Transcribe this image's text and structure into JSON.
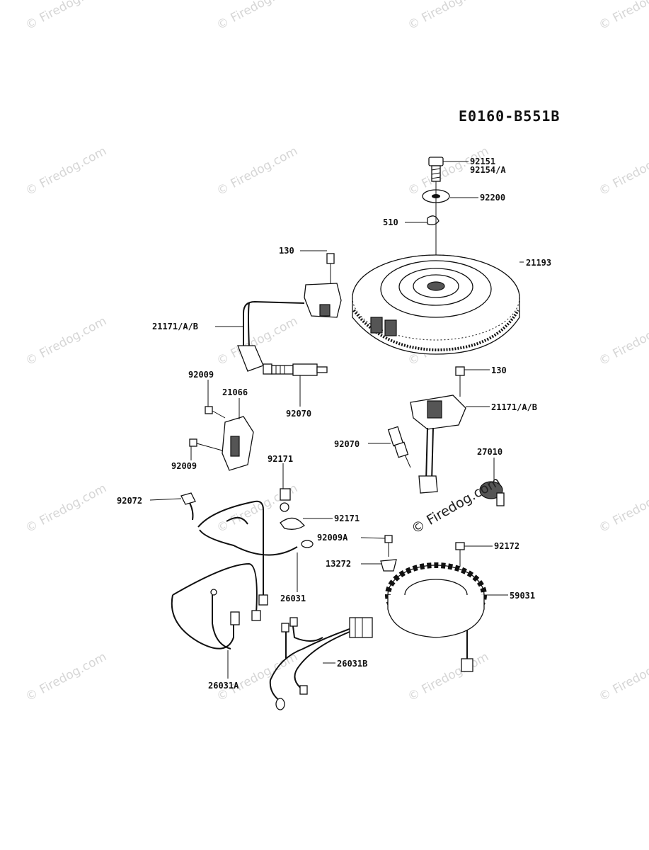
{
  "diagram": {
    "code": "E0160-B551B",
    "watermark": "© Firedog.com",
    "watermark_main": "© Firedog.com",
    "parts": {
      "p92151": "92151",
      "p92154A": "92154/A",
      "p92200": "92200",
      "p510": "510",
      "p130_top": "130",
      "p21193": "21193",
      "p21171_left": "21171/A/B",
      "p92009_top": "92009",
      "p21066": "21066",
      "p92070_left": "92070",
      "p130_right": "130",
      "p21171_right": "21171/A/B",
      "p92070_right": "92070",
      "p27010": "27010",
      "p92009_bottom": "92009",
      "p92171_top": "92171",
      "p92072": "92072",
      "p92171_right": "92171",
      "p92009A": "92009A",
      "p92172": "92172",
      "p13272": "13272",
      "p59031": "59031",
      "p26031": "26031",
      "p26031B": "26031B",
      "p26031A": "26031A"
    }
  }
}
